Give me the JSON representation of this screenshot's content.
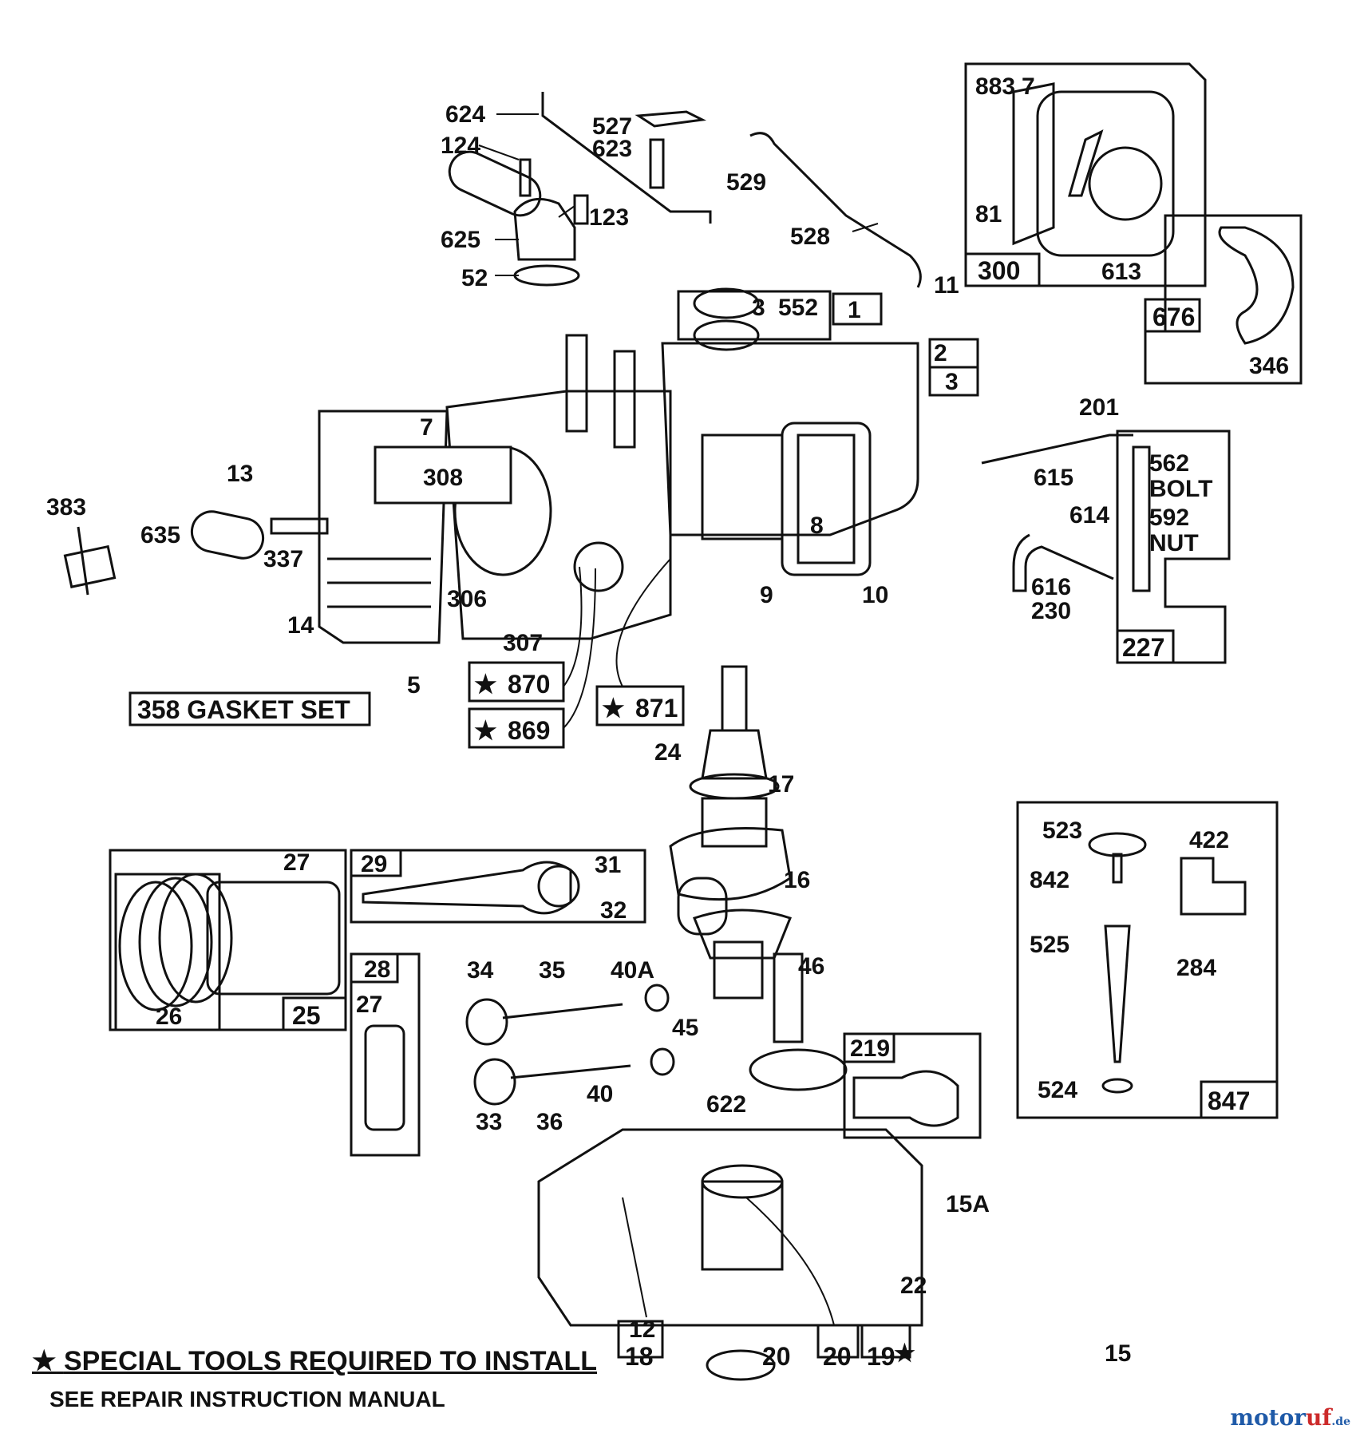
{
  "callouts": {
    "c624": "624",
    "c527": "527",
    "c623": "623",
    "c124": "124",
    "c123": "123",
    "c625": "625",
    "c52": "52",
    "c529": "529",
    "c528": "528",
    "c11": "11",
    "c883": "883",
    "c7a": "7",
    "c81": "81",
    "c300": "300",
    "c613": "613",
    "c676": "676",
    "c346": "346",
    "c3a": "3",
    "c552": "552",
    "c1": "1",
    "c2": "2",
    "c3b": "3",
    "c7b": "7",
    "c13": "13",
    "c308": "308",
    "c383": "383",
    "c635": "635",
    "c337": "337",
    "c306": "306",
    "c307": "307",
    "c14": "14",
    "c5": "5",
    "c8": "8",
    "c9": "9",
    "c10": "10",
    "c201": "201",
    "c615": "615",
    "c614": "614",
    "c562": "562",
    "bolt": "BOLT",
    "c592": "592",
    "nut": "NUT",
    "c616": "616",
    "c230": "230",
    "c227": "227",
    "gasket": "358 GASKET SET",
    "c870": "870",
    "c869": "869",
    "c871": "871",
    "c24": "24",
    "c17": "17",
    "c16": "16",
    "c27a": "27",
    "c26": "26",
    "c25": "25",
    "c29": "29",
    "c31": "31",
    "c32": "32",
    "c28": "28",
    "c27b": "27",
    "c34": "34",
    "c35": "35",
    "c40a": "40A",
    "c45": "45",
    "c46": "46",
    "c33": "33",
    "c36": "36",
    "c40": "40",
    "c622": "622",
    "c219": "219",
    "c523": "523",
    "c422": "422",
    "c842": "842",
    "c525": "525",
    "c284": "284",
    "c524": "524",
    "c847": "847",
    "c15a": "15A",
    "c22": "22",
    "c15": "15",
    "c12": "12",
    "c18": "18",
    "c20a": "20",
    "c20b": "20",
    "c19": "19"
  },
  "footnote": {
    "star": "★",
    "line1": "SPECIAL TOOLS REQUIRED TO INSTALL",
    "line2": "SEE REPAIR INSTRUCTION MANUAL"
  },
  "watermark": {
    "brand_a": "motor",
    "brand_b": "uf",
    "suffix": ".de"
  },
  "colors": {
    "ink": "#111111",
    "watermark_blue": "#1f5aa8",
    "watermark_red": "#cc2a2a"
  }
}
